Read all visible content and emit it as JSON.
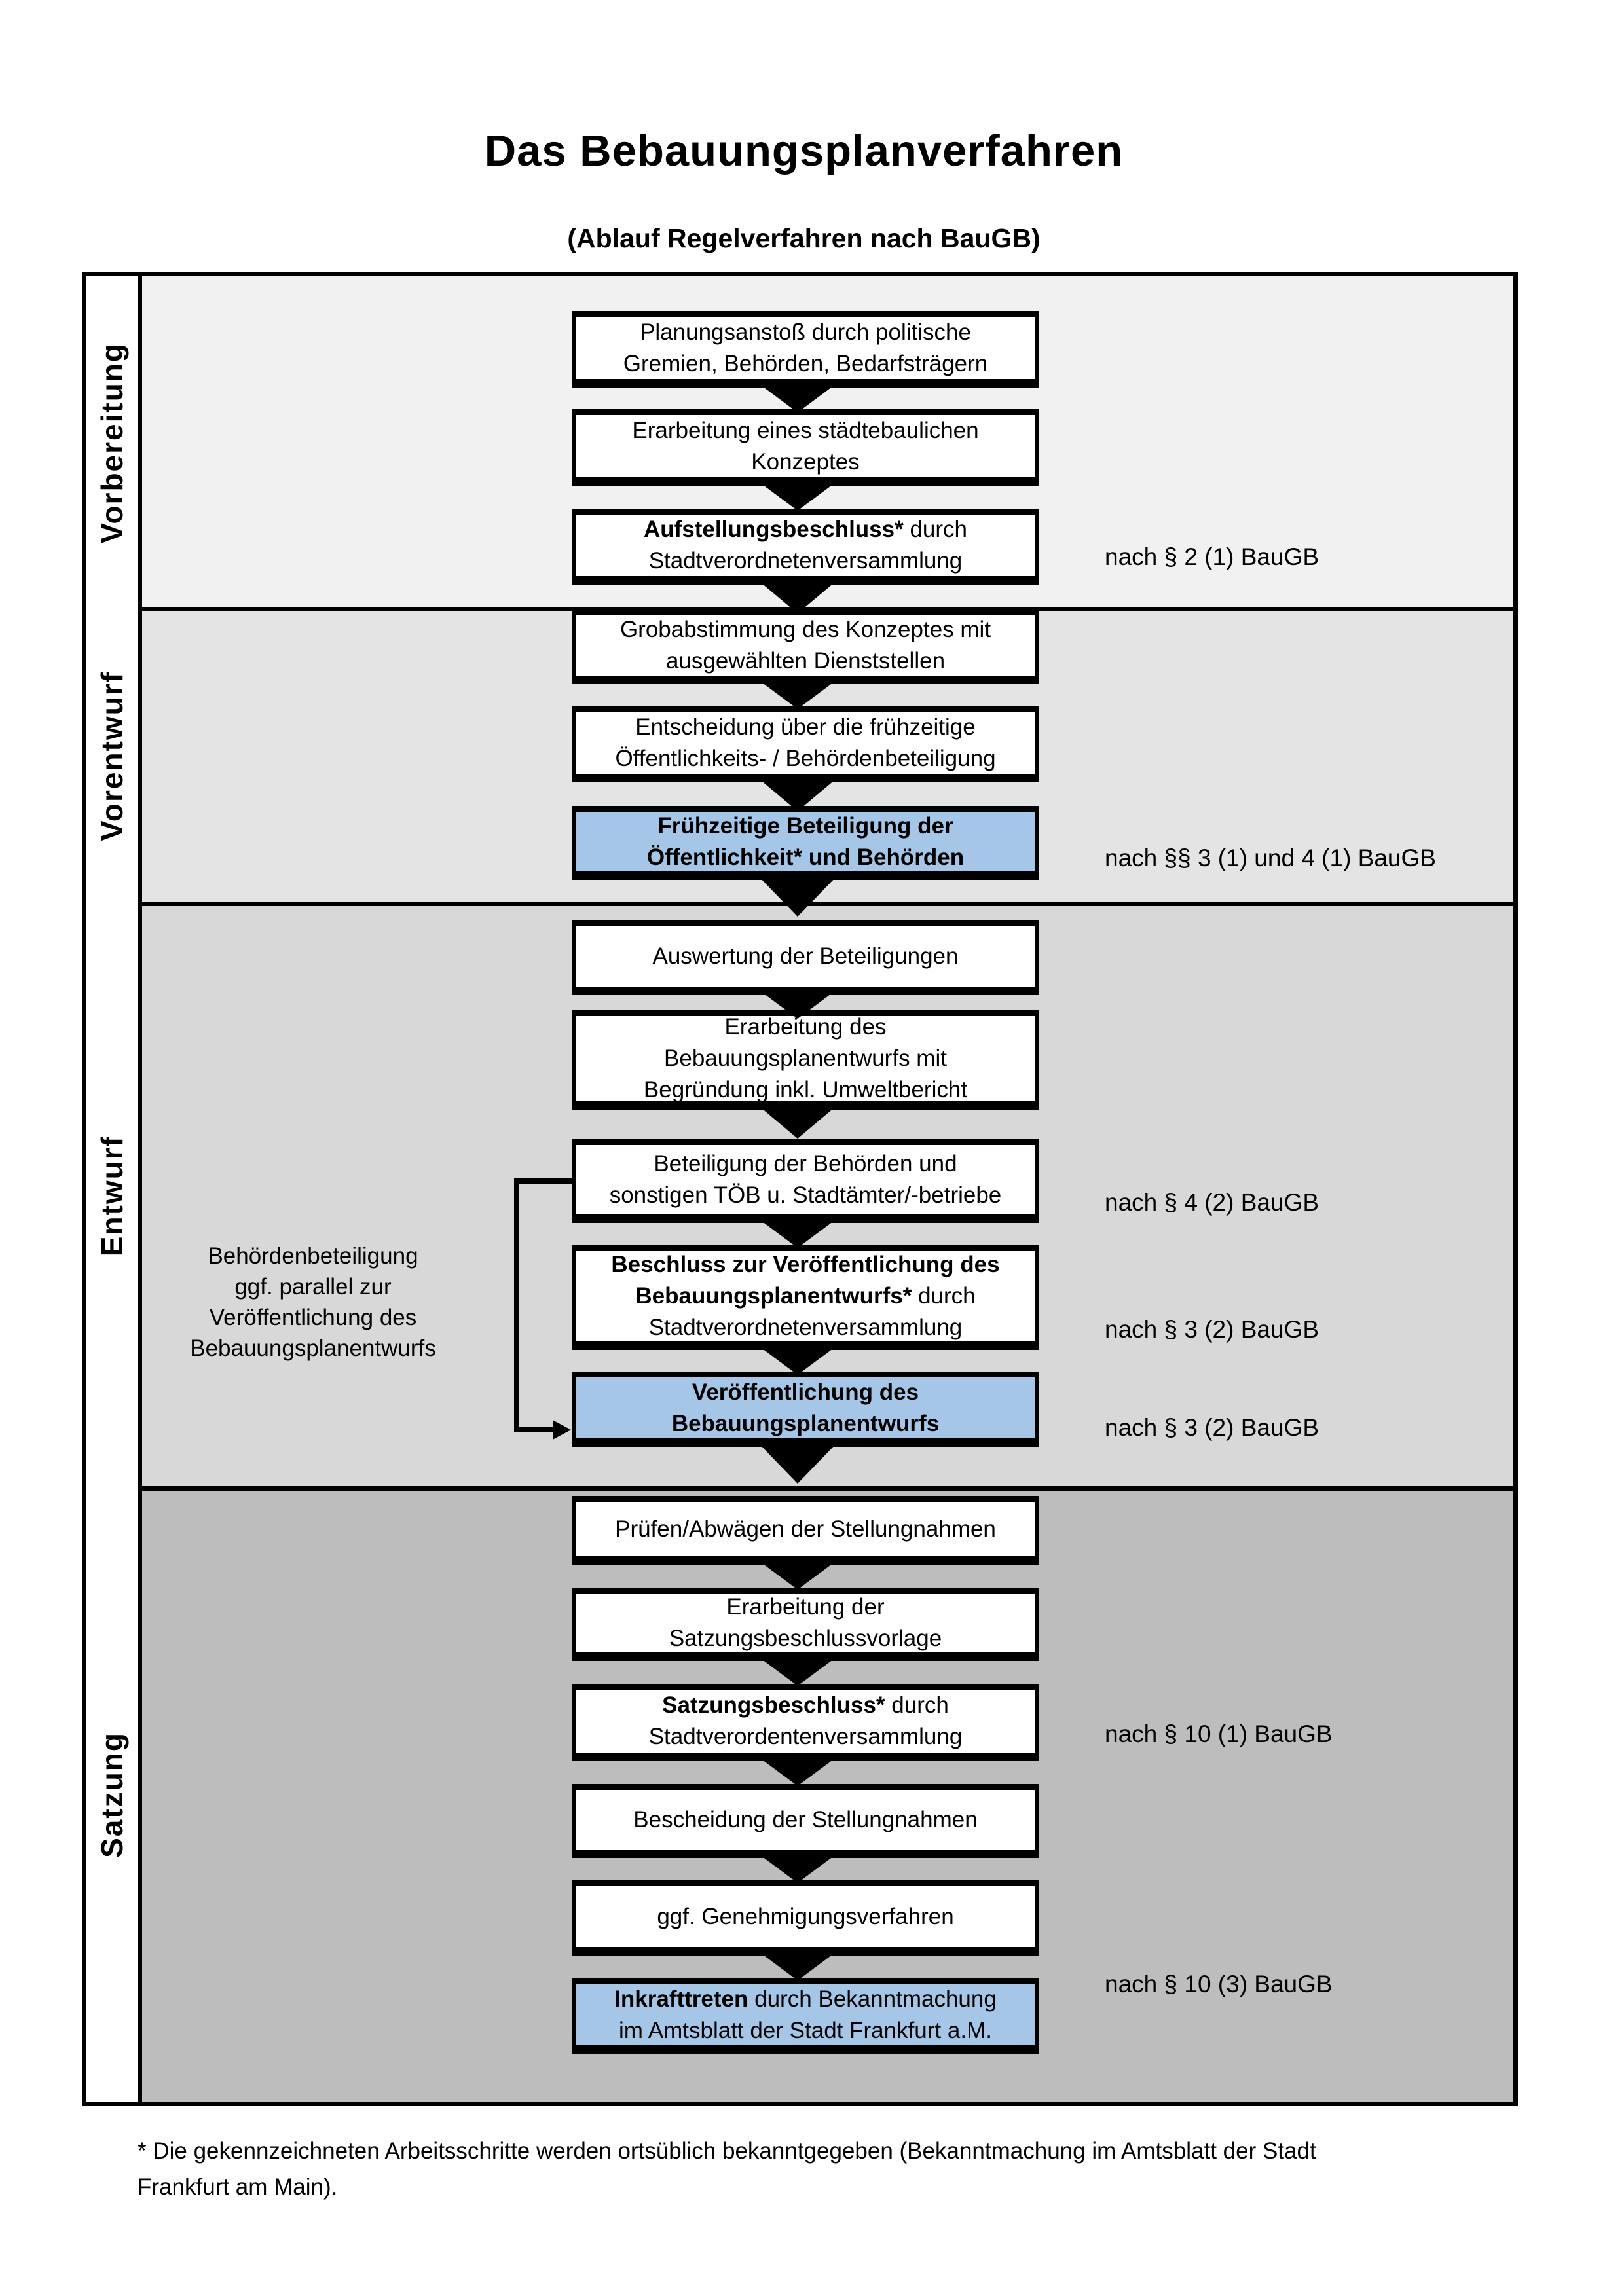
{
  "title": "Das Bebauungsplanverfahren",
  "subtitle": "(Ablauf Regelverfahren nach BauGB)",
  "colors": {
    "highlight_blue": "#a6c6e7",
    "band_vorbereitung": "#f1f1f1",
    "band_vorentwurf": "#e4e4e4",
    "band_entwurf": "#d8d8d8",
    "band_satzung": "#bdbdbd"
  },
  "sections": [
    {
      "label": "Vorbereitung",
      "steps": [
        {
          "bold": "",
          "text": "Planungsanstoß durch politische\nGremien, Behörden, Bedarfsträgern"
        },
        {
          "bold": "",
          "text": "Erarbeitung eines städtebaulichen\nKonzeptes"
        },
        {
          "bold": "Aufstellungsbeschluss*",
          "text": " durch\nStadtverordnetenversammlung",
          "ref": "nach § 2 (1) BauGB"
        }
      ]
    },
    {
      "label": "Vorentwurf",
      "steps": [
        {
          "bold": "",
          "text": "Grobabstimmung des Konzeptes mit\nausgewählten Dienststellen"
        },
        {
          "bold": "",
          "text": "Entscheidung über die frühzeitige\nÖffentlichkeits- / Behördenbeteiligung"
        },
        {
          "bold": "Frühzeitige Beteiligung der\nÖffentlichkeit* und Behörden",
          "text": "",
          "highlighted": true,
          "ref": "nach §§ 3 (1) und 4 (1) BauGB"
        }
      ]
    },
    {
      "label": "Entwurf",
      "side_note": "Behördenbeteiligung\nggf. parallel zur\nVeröffentlichung des\nBebauungsplanentwurfs",
      "steps": [
        {
          "bold": "",
          "text": "Auswertung der Beteiligungen"
        },
        {
          "bold": "",
          "text": "Erarbeitung des\nBebauungsplanentwurfs mit\nBegründung inkl. Umweltbericht"
        },
        {
          "bold": "",
          "text": "Beteiligung der Behörden und\nsonstigen TÖB u. Stadtämter/-betriebe",
          "ref": "nach § 4 (2) BauGB"
        },
        {
          "bold": "Beschluss zur Veröffentlichung des\nBebauungsplanentwurfs*",
          "text": " durch\nStadtverordnetenversammlung",
          "ref": "nach § 3 (2) BauGB"
        },
        {
          "bold": "Veröffentlichung des\nBebauungsplanentwurfs",
          "text": "",
          "highlighted": true,
          "ref": "nach § 3 (2) BauGB"
        }
      ]
    },
    {
      "label": "Satzung",
      "steps": [
        {
          "bold": "",
          "text": "Prüfen/Abwägen der Stellungnahmen"
        },
        {
          "bold": "",
          "text": "Erarbeitung der\nSatzungsbeschlussvorlage"
        },
        {
          "bold": "Satzungsbeschluss*",
          "text": " durch\nStadtverordentenversammlung",
          "ref": "nach § 10 (1) BauGB"
        },
        {
          "bold": "",
          "text": "Bescheidung der Stellungnahmen"
        },
        {
          "bold": "",
          "text": "ggf. Genehmigungsverfahren"
        },
        {
          "bold": "Inkrafttreten",
          "text": " durch Bekanntmachung\nim Amtsblatt der Stadt Frankfurt a.M.",
          "highlighted": true,
          "ref": "nach § 10 (3) BauGB"
        }
      ]
    }
  ],
  "footnote": "* Die gekennzeichneten Arbeitsschritte werden ortsüblich bekanntgegeben (Bekanntmachung im Amtsblatt  der Stadt\nFrankfurt am Main)."
}
